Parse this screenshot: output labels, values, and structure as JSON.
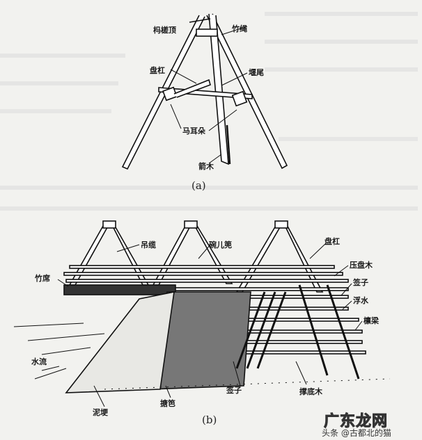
{
  "figure_a": {
    "caption": "(a)",
    "labels": {
      "top": "杩槎顶",
      "rope": "竹绳",
      "bar": "盘杠",
      "tail": "堰尾",
      "ear": "马耳朵",
      "arrow_wood": "箭木"
    }
  },
  "figure_b": {
    "caption": "(b)",
    "labels": {
      "hanging_cable": "吊缆",
      "bowl": "碗儿篼",
      "bar": "盘杠",
      "press_wood": "压盘木",
      "bamboo_mat": "竹席",
      "stake_top": "签子",
      "float": "浮水",
      "beam": "檩梁",
      "water_flow": "水流",
      "mud_bank": "泥埂",
      "stake": "签子",
      "bottom_wood": "撑底木",
      "fence": "搪笆"
    }
  },
  "watermark": {
    "logo": "广东龙网",
    "author": "头条 @古都北的猫"
  }
}
